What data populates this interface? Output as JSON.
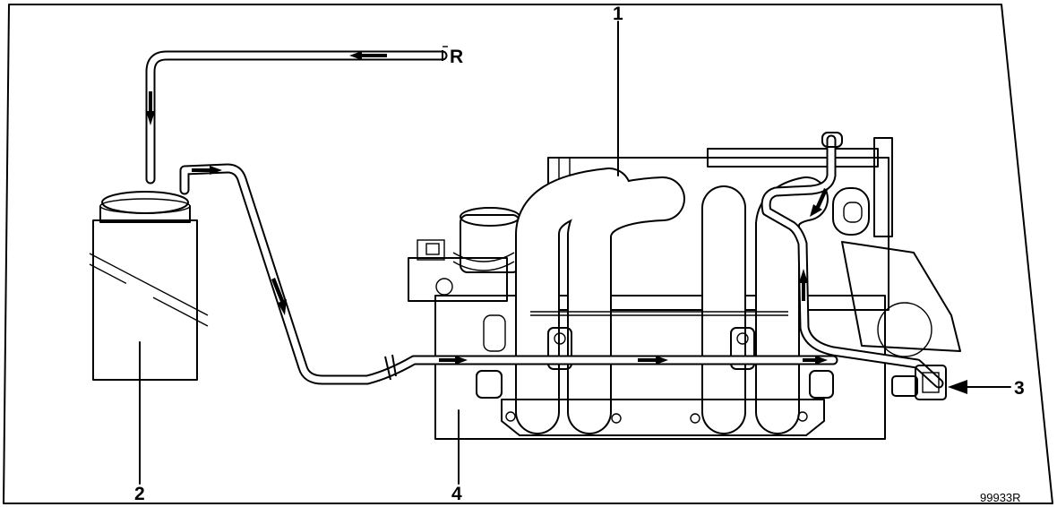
{
  "diagram": {
    "labels": {
      "one": "1",
      "two": "2",
      "three": "3",
      "four": "4",
      "r": "R"
    },
    "reference_code": "99933R"
  }
}
